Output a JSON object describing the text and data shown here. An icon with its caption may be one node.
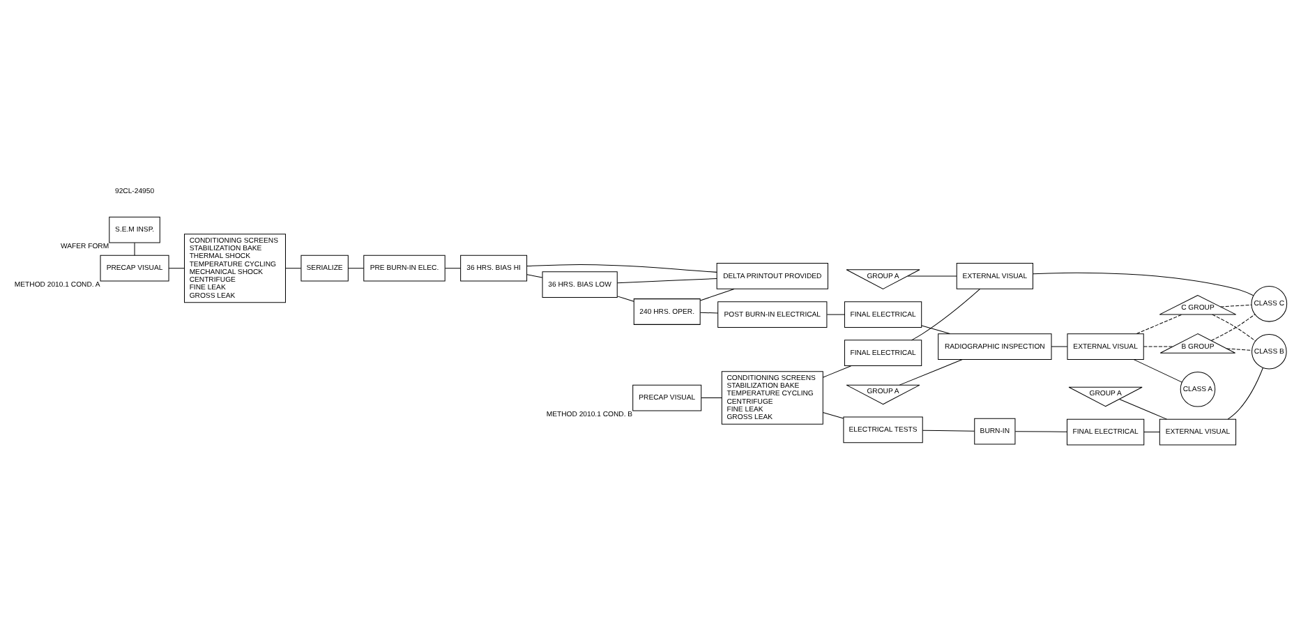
{
  "diagram": {
    "nodes": [
      {
        "text": [
          "S.E.M INSP."
        ],
        "beside": [
          "WAFER FORM"
        ]
      },
      {
        "text": [
          "PRECAP VISUAL"
        ],
        "beside": [
          "METHOD 2010.1 COND. A"
        ]
      },
      {
        "text": [
          "CONDITIONING SCREENS",
          "STABILIZATION BAKE",
          "THERMAL SHOCK",
          "TEMPERATURE CYCLING",
          "MECHANICAL SHOCK",
          "CENTRIFUGE",
          "FINE LEAK",
          "GROSS LEAK"
        ]
      },
      {
        "text": [
          "SERIALIZE"
        ]
      },
      {
        "text": [
          "PRE BURN-IN ELEC."
        ]
      },
      {
        "text": [
          "36 HRS. BIAS HI"
        ]
      },
      {
        "text": [
          "36 HRS. BIAS LOW"
        ]
      },
      {
        "text": [
          "240 HRS. OPER."
        ]
      },
      {
        "text": [
          "DELTA PRINTOUT PROVIDED"
        ]
      },
      {
        "text": [
          "POST BURN-IN ELECTRICAL"
        ]
      },
      {
        "text": [
          "FINAL ELECTRICAL"
        ]
      },
      {
        "text": [
          "GROUP A"
        ]
      },
      {
        "text": [
          "RADIOGRAPHIC INSPECTION"
        ]
      },
      {
        "text": [
          "EXTERNAL VISUAL"
        ]
      },
      {
        "text": [
          "CLASS A"
        ]
      },
      {
        "text": [
          "B GROUP"
        ]
      },
      {
        "text": [
          "C GROUP"
        ]
      },
      {
        "text": [
          "PRECAP VISUAL"
        ],
        "beside": [
          "METHOD 2010.1 COND. B"
        ]
      },
      {
        "text": [
          "CONDITIONING SCREENS",
          "STABILIZATION BAKE",
          "TEMPERATURE CYCLING",
          "CENTRIFUGE",
          "FINE LEAK",
          "GROSS LEAK"
        ]
      },
      {
        "text": [
          "ELECTRICAL TESTS"
        ]
      },
      {
        "text": [
          "BURN-IN"
        ]
      },
      {
        "text": [
          "FINAL ELECTRICAL"
        ]
      },
      {
        "text": [
          "GROUP A"
        ]
      },
      {
        "text": [
          "EXTERNAL VISUAL"
        ]
      },
      {
        "text": [
          "CLASS B"
        ]
      },
      {
        "text": [
          "FINAL ELECTRICAL"
        ]
      },
      {
        "text": [
          "GROUP A"
        ]
      },
      {
        "text": [
          "EXTERNAL VISUAL"
        ]
      },
      {
        "text": [
          "CLASS C"
        ]
      }
    ],
    "edges": [
      {
        "from": 0,
        "to": 1,
        "arrow": "none"
      },
      {
        "from": 1,
        "to": 2,
        "arrow": "none"
      },
      {
        "from": 2,
        "to": 3,
        "arrow": "none"
      },
      {
        "from": 3,
        "to": 4,
        "arrow": "none"
      },
      {
        "from": 4,
        "to": 5,
        "arrow": "none"
      },
      {
        "from": 5,
        "to": 6,
        "arrow": "none"
      },
      {
        "from": 6,
        "to": 7,
        "arrow": "none"
      },
      {
        "from": 5,
        "to": 8,
        "arrow": "none"
      },
      {
        "from": 6,
        "to": 8,
        "arrow": "none"
      },
      {
        "from": 7,
        "to": 8,
        "arrow": "none"
      },
      {
        "from": 7,
        "to": 9,
        "arrow": "none"
      },
      {
        "from": 9,
        "to": 10,
        "arrow": "none"
      },
      {
        "from": 10,
        "to": 12,
        "arrow": "none"
      },
      {
        "from": 11,
        "to": 12,
        "arrow": "none"
      },
      {
        "from": 12,
        "to": 13,
        "arrow": "none"
      },
      {
        "from": 13,
        "to": 14,
        "arrow": "none"
      },
      {
        "from": 13,
        "to": 15,
        "arrow": "none",
        "style": "dashed"
      },
      {
        "from": 13,
        "to": 16,
        "arrow": "none",
        "style": "dashed"
      },
      {
        "from": 15,
        "to": 24,
        "arrow": "none",
        "style": "dashed"
      },
      {
        "from": 16,
        "to": 24,
        "arrow": "none",
        "style": "dashed"
      },
      {
        "from": 15,
        "to": 28,
        "arrow": "none",
        "style": "dashed"
      },
      {
        "from": 16,
        "to": 28,
        "arrow": "none",
        "style": "dashed"
      },
      {
        "from": 17,
        "to": 18,
        "arrow": "none"
      },
      {
        "from": 18,
        "to": 19,
        "arrow": "none"
      },
      {
        "from": 18,
        "to": 25,
        "arrow": "none"
      },
      {
        "from": 19,
        "to": 20,
        "arrow": "none"
      },
      {
        "from": 20,
        "to": 21,
        "arrow": "none"
      },
      {
        "from": 21,
        "to": 23,
        "arrow": "none"
      },
      {
        "from": 22,
        "to": 23,
        "arrow": "none"
      },
      {
        "from": 23,
        "to": 24,
        "arrow": "none"
      },
      {
        "from": 25,
        "to": 27,
        "arrow": "none"
      },
      {
        "from": 26,
        "to": 27,
        "arrow": "none"
      },
      {
        "from": 27,
        "to": 28,
        "arrow": "none"
      }
    ],
    "labels": [
      "92CL-24950"
    ]
  }
}
